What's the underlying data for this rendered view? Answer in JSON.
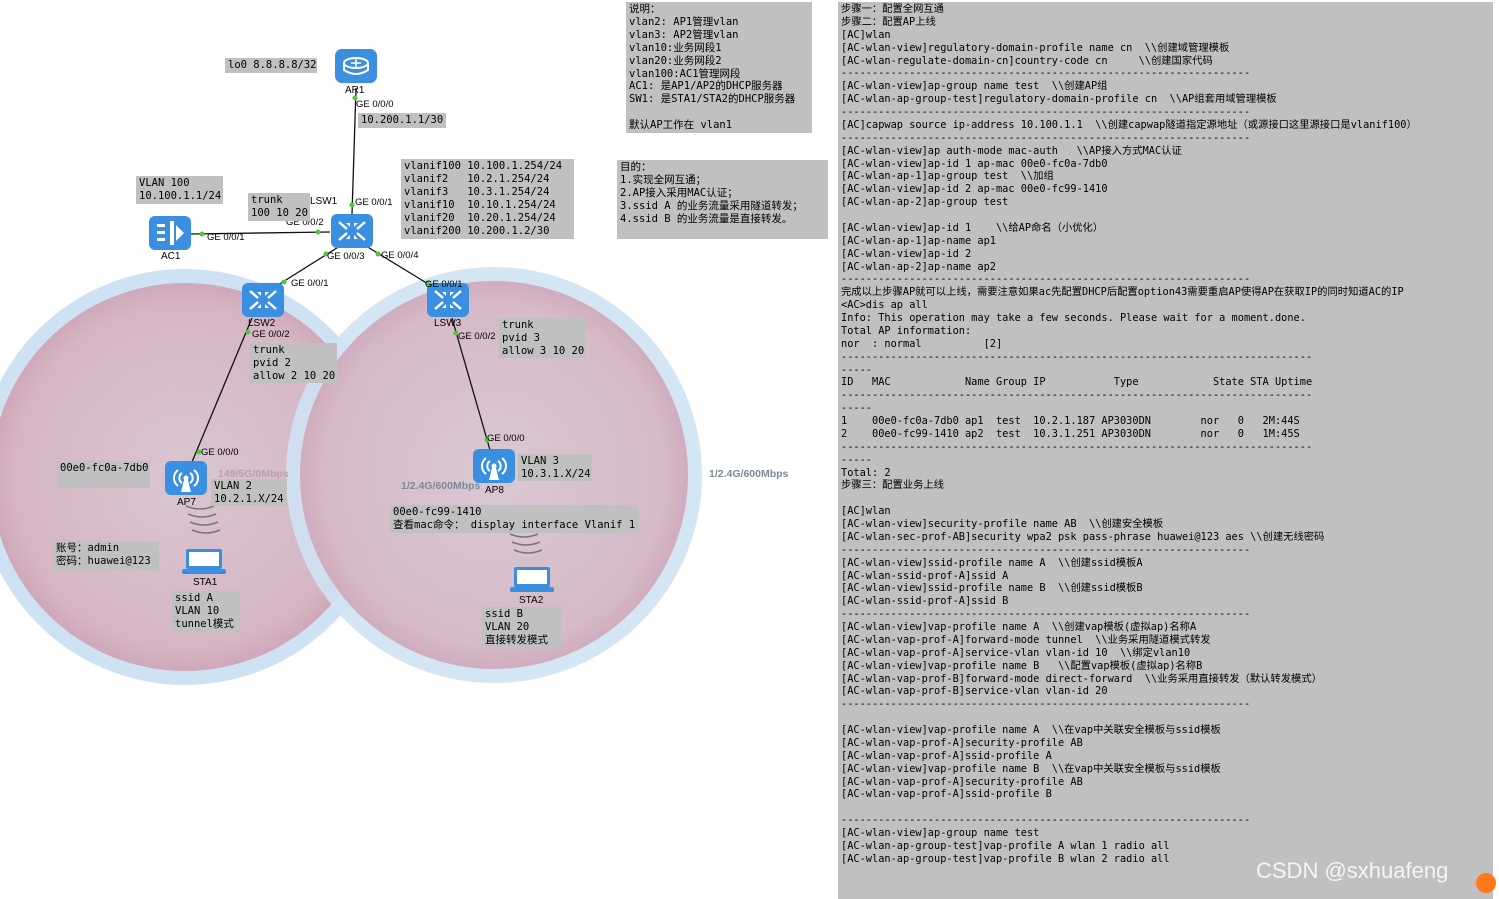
{
  "devices": {
    "ar1": "AR1",
    "lsw1": "LSW1",
    "lsw2": "LSW2",
    "lsw3": "LSW3",
    "ac1": "AC1",
    "ap7": "AP7",
    "ap8": "AP8",
    "sta1": "STA1",
    "sta2": "STA2"
  },
  "ports": {
    "ar1_ge000": "GE 0/0/0",
    "lsw1_ge001": "GE 0/0/1",
    "lsw1_ge002": "GE 0/0/2",
    "lsw1_ge003": "GE 0/0/3",
    "lsw1_ge004": "GE 0/0/4",
    "ac1_ge001": "GE 0/0/1",
    "lsw2_ge001": "GE 0/0/1",
    "lsw2_ge002": "GE 0/0/2",
    "lsw3_ge001": "GE 0/0/1",
    "lsw3_ge002": "GE 0/0/2",
    "ap7_ge000": "GE 0/0/0",
    "ap8_ge000": "GE 0/0/0"
  },
  "wifi": {
    "ap7_band": "149/5G/0Mbps",
    "ap8_band": "1/2.4G/600Mbps",
    "ap7_band_24": "1/2.4G/600Mbps"
  },
  "notes": {
    "lo0": "lo0 8.8.8.8/32",
    "ar_link": "10.200.1.1/30",
    "vlan100": "VLAN 100\n10.100.1.1/24",
    "trunk_lsw1": "trunk\n100 10 20",
    "vlanifs": "vlanif100 10.100.1.254/24\nvlanif2   10.2.1.254/24\nvlanif3   10.3.1.254/24\nvlanif10  10.10.1.254/24\nvlanif20  10.20.1.254/24\nvlanif200 10.200.1.2/30",
    "desc": "说明：\nvlan2: AP1管理vlan\nvlan3: AP2管理vlan\nvlan10:业务网段1\nvlan20:业务网段2\nvlan100:AC1管理网段\nAC1: 是AP1/AP2的DHCP服务器\nSW1: 是STA1/STA2的DHCP服务器\n\n默认AP工作在 vlan1",
    "goal": "目的：\n1.实现全网互通；\n2.AP接入采用MAC认证；\n3.ssid A 的业务流量采用隧道转发；\n4.ssid B 的业务流量是直接转发。",
    "trunk_lsw2": "trunk\npvid 2\nallow 2 10 20",
    "trunk_lsw3": "trunk\npvid 3\nallow 3 10 20",
    "ap7_mac": "00e0-fc0a-7db0",
    "ap7_vlan": "VLAN 2\n10.2.1.X/24",
    "ap8_vlan": "VLAN 3\n10.3.1.X/24",
    "ap8_mac": "00e0-fc99-1410\n查看mac命令： display interface Vlanif 1",
    "account": "账号：admin\n密码：huawei@123",
    "sta1_info": "ssid A\nVLAN 10\ntunnel模式",
    "sta2_info": "ssid B\nVLAN 20\n直接转发模式"
  },
  "config_lines": [
    "步骤一：配置全网互通",
    "步骤二：配置AP上线",
    "[AC]wlan",
    "[AC-wlan-view]regulatory-domain-profile name cn  \\\\创建域管理模板",
    "[AC-wlan-regulate-domain-cn]country-code cn     \\\\创建国家代码",
    "------------------------------------------------------------------",
    "[AC-wlan-view]ap-group name test  \\\\创建AP组",
    "[AC-wlan-ap-group-test]regulatory-domain-profile cn  \\\\AP组套用域管理模板",
    "------------------------------------------------------------------",
    "[AC]capwap source ip-address 10.100.1.1  \\\\创建capwap隧道指定源地址（或源接口这里源接口是vlanif100）",
    "------------------------------------------------------------------",
    "[AC-wlan-view]ap auth-mode mac-auth   \\\\AP接入方式MAC认证",
    "[AC-wlan-view]ap-id 1 ap-mac 00e0-fc0a-7db0",
    "[AC-wlan-ap-1]ap-group test  \\\\加组",
    "[AC-wlan-view]ap-id 2 ap-mac 00e0-fc99-1410",
    "[AC-wlan-ap-2]ap-group test",
    "",
    "[AC-wlan-view]ap-id 1    \\\\给AP命名（小优化）",
    "[AC-wlan-ap-1]ap-name ap1",
    "[AC-wlan-view]ap-id 2",
    "[AC-wlan-ap-2]ap-name ap2",
    "------------------------------------------------------------------",
    "完成以上步骤AP就可以上线，需要注意如果ac先配置DHCP后配置option43需要重启AP使得AP在获取IP的同时知道AC的IP",
    "<AC>dis ap all",
    "Info: This operation may take a few seconds. Please wait for a moment.done.",
    "Total AP information:",
    "nor  : normal          [2]",
    "----------------------------------------------------------------------------",
    "-----",
    "ID   MAC            Name Group IP           Type            State STA Uptime",
    "----------------------------------------------------------------------------",
    "-----",
    "1    00e0-fc0a-7db0 ap1  test  10.2.1.187 AP3030DN        nor   0   2M:44S",
    "2    00e0-fc99-1410 ap2  test  10.3.1.251 AP3030DN        nor   0   1M:45S",
    "----------------------------------------------------------------------------",
    "-----",
    "Total: 2",
    "步骤三：配置业务上线",
    "",
    "[AC]wlan",
    "[AC-wlan-view]security-profile name AB  \\\\创建安全模板",
    "[AC-wlan-sec-prof-AB]security wpa2 psk pass-phrase huawei@123 aes \\\\创建无线密码",
    "------------------------------------------------------------------",
    "[AC-wlan-view]ssid-profile name A  \\\\创建ssid模板A",
    "[AC-wlan-ssid-prof-A]ssid A",
    "[AC-wlan-view]ssid-profile name B  \\\\创建ssid模板B",
    "[AC-wlan-ssid-prof-A]ssid B",
    "------------------------------------------------------------------",
    "[AC-wlan-view]vap-profile name A  \\\\创建vap模板(虚拟ap)名称A",
    "[AC-wlan-vap-prof-A]forward-mode tunnel  \\\\业务采用隧道模式转发",
    "[AC-wlan-vap-prof-A]service-vlan vlan-id 10  \\\\绑定vlan10",
    "[AC-wlan-view]vap-profile name B   \\\\配置vap模板(虚拟ap)名称B",
    "[AC-wlan-vap-prof-B]forward-mode direct-forward  \\\\业务采用直接转发（默认转发模式）",
    "[AC-wlan-vap-prof-B]service-vlan vlan-id 20",
    "------------------------------------------------------------------",
    "",
    "[AC-wlan-view]vap-profile name A  \\\\在vap中关联安全模板与ssid模板",
    "[AC-wlan-vap-prof-A]security-profile AB",
    "[AC-wlan-vap-prof-A]ssid-profile A",
    "[AC-wlan-view]vap-profile name B  \\\\在vap中关联安全模板与ssid模板",
    "[AC-wlan-vap-prof-A]security-profile AB",
    "[AC-wlan-vap-prof-A]ssid-profile B",
    "",
    "------------------------------------------------------------------",
    "[AC-wlan-view]ap-group name test",
    "[AC-wlan-ap-group-test]vap-profile A wlan 1 radio all",
    "[AC-wlan-ap-group-test]vap-profile B wlan 2 radio all"
  ],
  "watermark": "CSDN @sxhuafeng",
  "colors": {
    "note_bg": "#c0c0c0",
    "device_blue": "#3b8fe0",
    "coverage_ring": "#cfe4f5",
    "coverage_fill": "#d8c0cc"
  }
}
